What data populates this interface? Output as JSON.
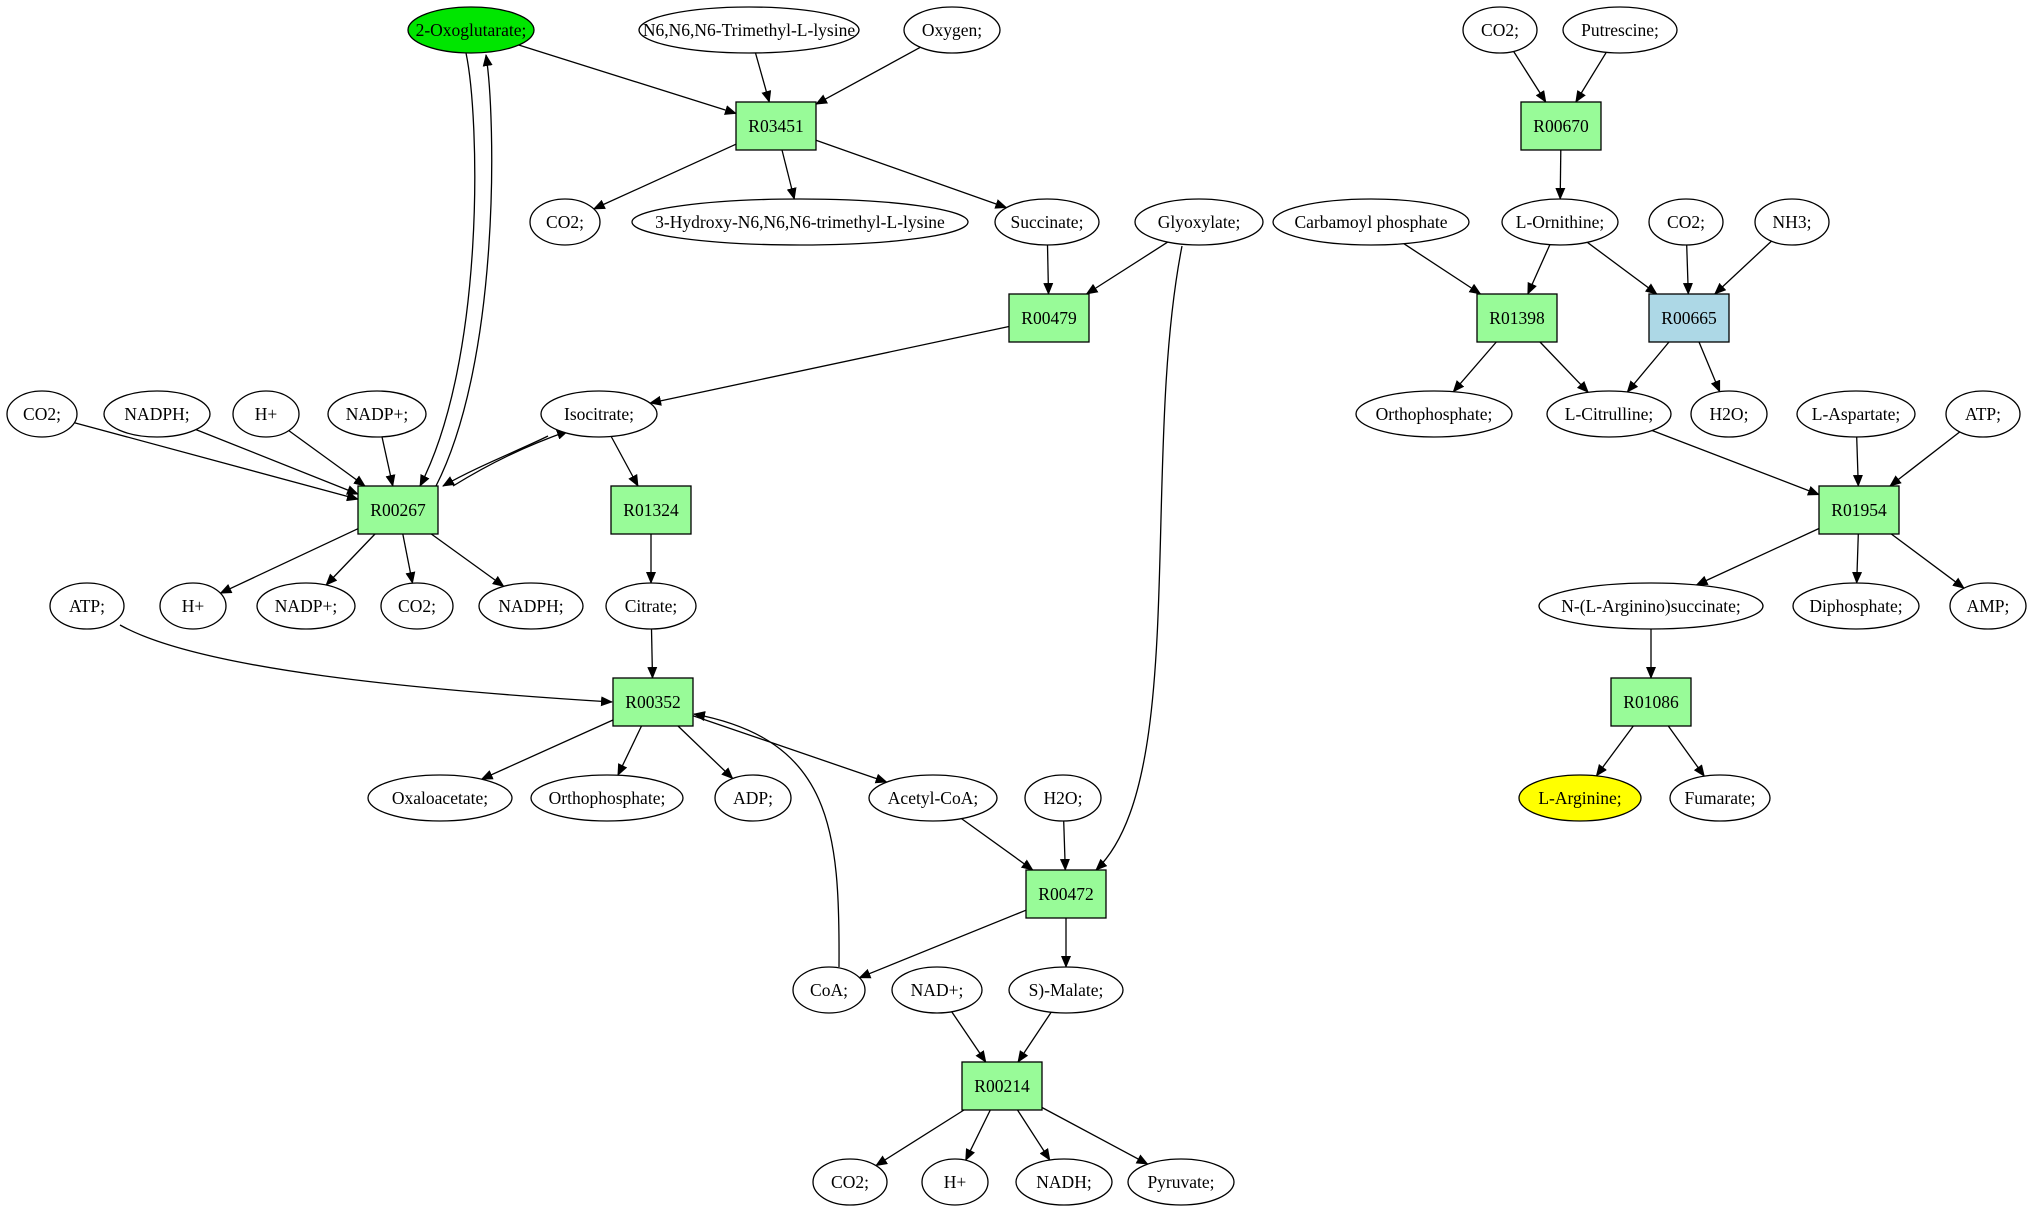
{
  "colors": {
    "reaction_default": "#98fb98",
    "reaction_highlight": "#add8e6",
    "compound_start": "#00e600",
    "compound_target": "#ffff00",
    "compound_default": "#ffffff",
    "stroke": "#000000"
  },
  "compounds": [
    {
      "id": "c_2oxo",
      "label": "2-Oxoglutarate;",
      "fill": "compound_start"
    },
    {
      "id": "c_trimlys",
      "label": "N6,N6,N6-Trimethyl-L-lysine"
    },
    {
      "id": "c_oxygen",
      "label": "Oxygen;"
    },
    {
      "id": "c_co2_a",
      "label": "CO2;"
    },
    {
      "id": "c_hydroxy",
      "label": "3-Hydroxy-N6,N6,N6-trimethyl-L-lysine"
    },
    {
      "id": "c_succ",
      "label": "Succinate;"
    },
    {
      "id": "c_glyox",
      "label": "Glyoxylate;"
    },
    {
      "id": "c_co2_b",
      "label": "CO2;"
    },
    {
      "id": "c_nadph_a",
      "label": "NADPH;"
    },
    {
      "id": "c_hplus_a",
      "label": "H+"
    },
    {
      "id": "c_nadp_a",
      "label": "NADP+;"
    },
    {
      "id": "c_isocit",
      "label": "Isocitrate;"
    },
    {
      "id": "c_atp_a",
      "label": "ATP;"
    },
    {
      "id": "c_hplus_b",
      "label": "H+"
    },
    {
      "id": "c_nadp_b",
      "label": "NADP+;"
    },
    {
      "id": "c_co2_c",
      "label": "CO2;"
    },
    {
      "id": "c_nadph_b",
      "label": "NADPH;"
    },
    {
      "id": "c_citrate",
      "label": "Citrate;"
    },
    {
      "id": "c_oxaloac",
      "label": "Oxaloacetate;"
    },
    {
      "id": "c_orthop_a",
      "label": "Orthophosphate;"
    },
    {
      "id": "c_adp",
      "label": "ADP;"
    },
    {
      "id": "c_acetcoa",
      "label": "Acetyl-CoA;"
    },
    {
      "id": "c_h2o_a",
      "label": "H2O;"
    },
    {
      "id": "c_coa",
      "label": "CoA;"
    },
    {
      "id": "c_nad",
      "label": "NAD+;"
    },
    {
      "id": "c_malate",
      "label": "S)-Malate;"
    },
    {
      "id": "c_co2_d",
      "label": "CO2;"
    },
    {
      "id": "c_hplus_c",
      "label": "H+"
    },
    {
      "id": "c_nadh",
      "label": "NADH;"
    },
    {
      "id": "c_pyruv",
      "label": "Pyruvate;"
    },
    {
      "id": "c_co2_e",
      "label": "CO2;"
    },
    {
      "id": "c_putresc",
      "label": "Putrescine;"
    },
    {
      "id": "c_carbp",
      "label": "Carbamoyl phosphate"
    },
    {
      "id": "c_ornith",
      "label": "L-Ornithine;"
    },
    {
      "id": "c_co2_f",
      "label": "CO2;"
    },
    {
      "id": "c_nh3",
      "label": "NH3;"
    },
    {
      "id": "c_orthop_b",
      "label": "Orthophosphate;"
    },
    {
      "id": "c_citrull",
      "label": "L-Citrulline;"
    },
    {
      "id": "c_h2o_b",
      "label": "H2O;"
    },
    {
      "id": "c_asp",
      "label": "L-Aspartate;"
    },
    {
      "id": "c_atp_b",
      "label": "ATP;"
    },
    {
      "id": "c_argsucc",
      "label": "N-(L-Arginino)succinate;"
    },
    {
      "id": "c_diphos",
      "label": "Diphosphate;"
    },
    {
      "id": "c_amp",
      "label": "AMP;"
    },
    {
      "id": "c_arg",
      "label": "L-Arginine;",
      "fill": "compound_target"
    },
    {
      "id": "c_fumar",
      "label": "Fumarate;"
    }
  ],
  "reactions": [
    {
      "id": "r_R03451",
      "label": "R03451"
    },
    {
      "id": "r_R00479",
      "label": "R00479"
    },
    {
      "id": "r_R00267",
      "label": "R00267"
    },
    {
      "id": "r_R01324",
      "label": "R01324"
    },
    {
      "id": "r_R00352",
      "label": "R00352"
    },
    {
      "id": "r_R00472",
      "label": "R00472"
    },
    {
      "id": "r_R00214",
      "label": "R00214"
    },
    {
      "id": "r_R00670",
      "label": "R00670"
    },
    {
      "id": "r_R01398",
      "label": "R01398"
    },
    {
      "id": "r_R00665",
      "label": "R00665",
      "fill": "reaction_highlight"
    },
    {
      "id": "r_R01954",
      "label": "R01954"
    },
    {
      "id": "r_R01086",
      "label": "R01086"
    }
  ],
  "edges": [
    [
      "c_2oxo",
      "r_R03451"
    ],
    [
      "c_trimlys",
      "r_R03451"
    ],
    [
      "c_oxygen",
      "r_R03451"
    ],
    [
      "r_R03451",
      "c_co2_a"
    ],
    [
      "r_R03451",
      "c_hydroxy"
    ],
    [
      "r_R03451",
      "c_succ"
    ],
    [
      "c_succ",
      "r_R00479"
    ],
    [
      "c_glyox",
      "r_R00479"
    ],
    [
      "r_R00479",
      "c_isocit"
    ],
    [
      "c_co2_b",
      "r_R00267"
    ],
    [
      "c_nadph_a",
      "r_R00267"
    ],
    [
      "c_hplus_a",
      "r_R00267"
    ],
    [
      "c_nadp_a",
      "r_R00267"
    ],
    [
      "c_2oxo",
      "r_R00267"
    ],
    [
      "r_R00267",
      "c_2oxo"
    ],
    [
      "c_isocit",
      "r_R00267"
    ],
    [
      "r_R00267",
      "c_isocit"
    ],
    [
      "r_R00267",
      "c_hplus_b"
    ],
    [
      "r_R00267",
      "c_nadp_b"
    ],
    [
      "r_R00267",
      "c_co2_c"
    ],
    [
      "r_R00267",
      "c_nadph_b"
    ],
    [
      "c_isocit",
      "r_R01324"
    ],
    [
      "r_R01324",
      "c_citrate"
    ],
    [
      "c_citrate",
      "r_R00352"
    ],
    [
      "c_atp_a",
      "r_R00352"
    ],
    [
      "c_coa",
      "r_R00352"
    ],
    [
      "r_R00352",
      "c_oxaloac"
    ],
    [
      "r_R00352",
      "c_orthop_a"
    ],
    [
      "r_R00352",
      "c_adp"
    ],
    [
      "r_R00352",
      "c_acetcoa"
    ],
    [
      "c_acetcoa",
      "r_R00472"
    ],
    [
      "c_h2o_a",
      "r_R00472"
    ],
    [
      "c_glyox",
      "r_R00472"
    ],
    [
      "r_R00472",
      "c_coa"
    ],
    [
      "r_R00472",
      "c_malate"
    ],
    [
      "c_nad",
      "r_R00214"
    ],
    [
      "c_malate",
      "r_R00214"
    ],
    [
      "r_R00214",
      "c_co2_d"
    ],
    [
      "r_R00214",
      "c_hplus_c"
    ],
    [
      "r_R00214",
      "c_nadh"
    ],
    [
      "r_R00214",
      "c_pyruv"
    ],
    [
      "c_co2_e",
      "r_R00670"
    ],
    [
      "c_putresc",
      "r_R00670"
    ],
    [
      "r_R00670",
      "c_ornith"
    ],
    [
      "c_carbp",
      "r_R01398"
    ],
    [
      "c_ornith",
      "r_R01398"
    ],
    [
      "r_R01398",
      "c_orthop_b"
    ],
    [
      "r_R01398",
      "c_citrull"
    ],
    [
      "c_ornith",
      "r_R00665"
    ],
    [
      "c_co2_f",
      "r_R00665"
    ],
    [
      "c_nh3",
      "r_R00665"
    ],
    [
      "r_R00665",
      "c_citrull"
    ],
    [
      "r_R00665",
      "c_h2o_b"
    ],
    [
      "c_citrull",
      "r_R01954"
    ],
    [
      "c_asp",
      "r_R01954"
    ],
    [
      "c_atp_b",
      "r_R01954"
    ],
    [
      "r_R01954",
      "c_argsucc"
    ],
    [
      "r_R01954",
      "c_diphos"
    ],
    [
      "r_R01954",
      "c_amp"
    ],
    [
      "c_argsucc",
      "r_R01086"
    ],
    [
      "r_R01086",
      "c_arg"
    ],
    [
      "r_R01086",
      "c_fumar"
    ]
  ]
}
